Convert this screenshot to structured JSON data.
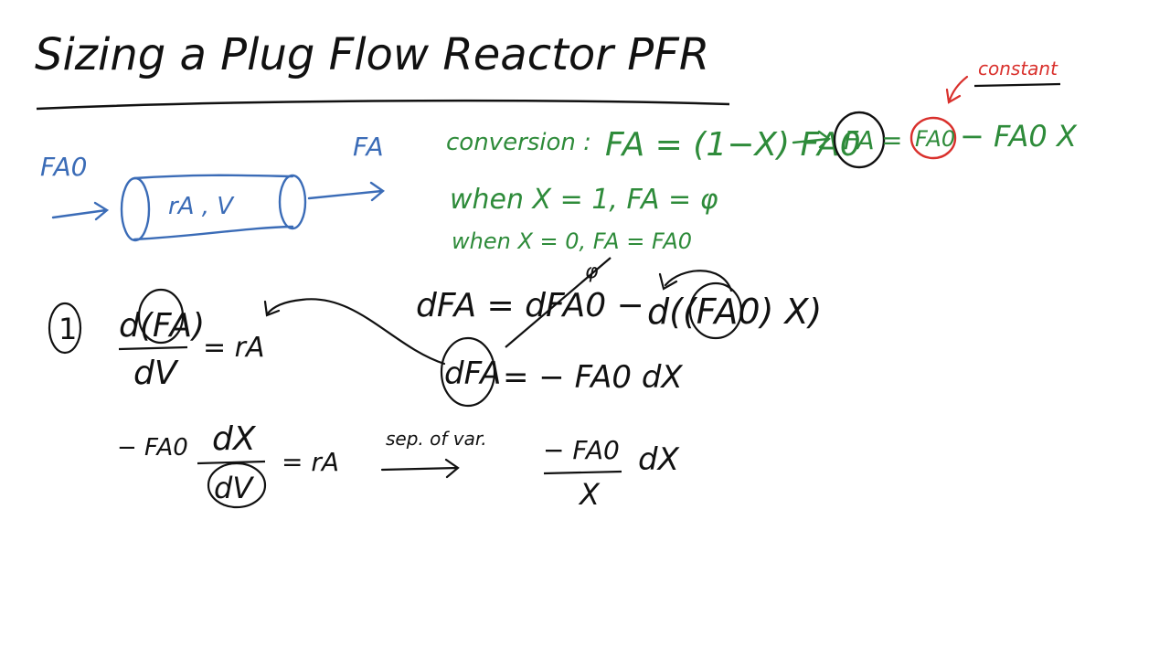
{
  "title": "Sizing a Plug Flow Reactor PFR",
  "colors": {
    "ink_black": "#111111",
    "ink_blue": "#3b6cb7",
    "ink_green": "#2e8b3a",
    "ink_red": "#d9302c"
  },
  "reactor": {
    "inlet_label": "FA0",
    "outlet_label": "FA",
    "body_label": "rA , V"
  },
  "conversion": {
    "label": "conversion :",
    "equation": "FA = (1−X) FA0",
    "expanded_fa": "FA",
    "expanded_eq": "=",
    "expanded_fa0": "FA0",
    "expanded_rest": "− FA0 X",
    "constant_note": "constant",
    "case_x1": "when X = 1,  FA = φ",
    "case_x0": "when X = 0,  FA = FA0"
  },
  "derivation": {
    "step_number": "1",
    "design_num": "d(FA)",
    "design_den": "dV",
    "design_rhs": "= rA",
    "diff_line": "dFA = dFA0 −",
    "diff_rhs": "d((FA0) X)",
    "strike_mark": "φ",
    "dfa": "dFA",
    "dfa_rhs": "= − FA0 dX",
    "sub_lhs_coef": "− FA0",
    "sub_num": "dX",
    "sub_den": "dV",
    "sub_rhs": "= rA",
    "sep_note": "sep. of var.",
    "result_num": "− FA0",
    "result_den": "X",
    "result_dx": "dX"
  }
}
